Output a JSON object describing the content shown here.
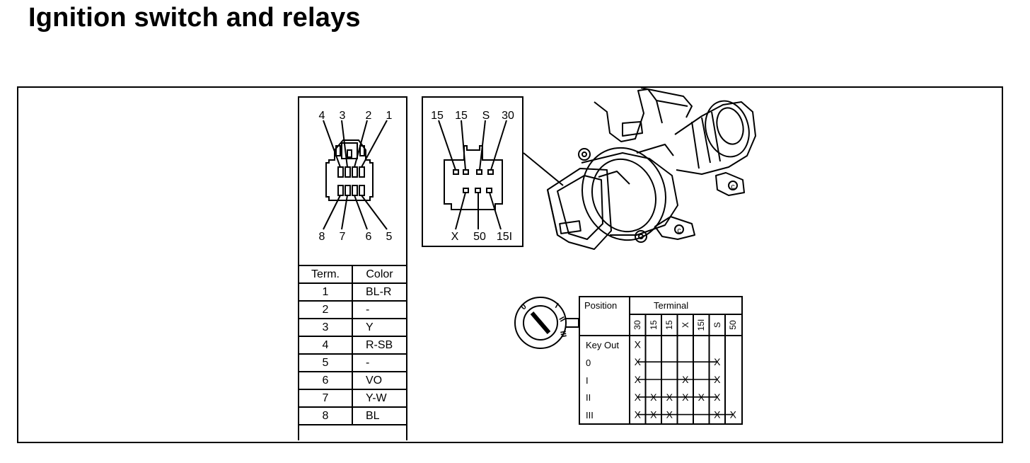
{
  "title": "Ignition switch and relays",
  "connector": {
    "top_pins": [
      "4",
      "3",
      "2",
      "1"
    ],
    "bottom_pins": [
      "8",
      "7",
      "6",
      "5"
    ],
    "headers": [
      "Term.",
      "Color"
    ],
    "rows": [
      {
        "term": "1",
        "color": "BL-R"
      },
      {
        "term": "2",
        "color": "-"
      },
      {
        "term": "3",
        "color": "Y"
      },
      {
        "term": "4",
        "color": "R-SB"
      },
      {
        "term": "5",
        "color": "-"
      },
      {
        "term": "6",
        "color": "VO"
      },
      {
        "term": "7",
        "color": "Y-W"
      },
      {
        "term": "8",
        "color": "BL"
      }
    ]
  },
  "plug": {
    "top_labels": [
      "15",
      "15",
      "S",
      "30"
    ],
    "bottom_labels": [
      "X",
      "50",
      "15I"
    ]
  },
  "position_table": {
    "position_header": "Position",
    "terminal_header": "Terminal",
    "terminals": [
      "30",
      "15",
      "15",
      "X",
      "15I",
      "S",
      "50"
    ],
    "rows": [
      {
        "position": "Key Out",
        "marks": [
          1,
          0,
          0,
          0,
          0,
          0,
          0
        ]
      },
      {
        "position": "0",
        "marks": [
          1,
          0,
          0,
          0,
          0,
          1,
          0
        ]
      },
      {
        "position": "I",
        "marks": [
          1,
          0,
          0,
          1,
          0,
          1,
          0
        ]
      },
      {
        "position": "II",
        "marks": [
          1,
          1,
          1,
          1,
          1,
          1,
          0
        ]
      },
      {
        "position": "III",
        "marks": [
          1,
          1,
          1,
          0,
          0,
          1,
          1
        ]
      }
    ],
    "mark_symbol": "X"
  },
  "key_positions": [
    "0",
    "I",
    "II",
    "III"
  ],
  "switch_mount_letter": "c"
}
